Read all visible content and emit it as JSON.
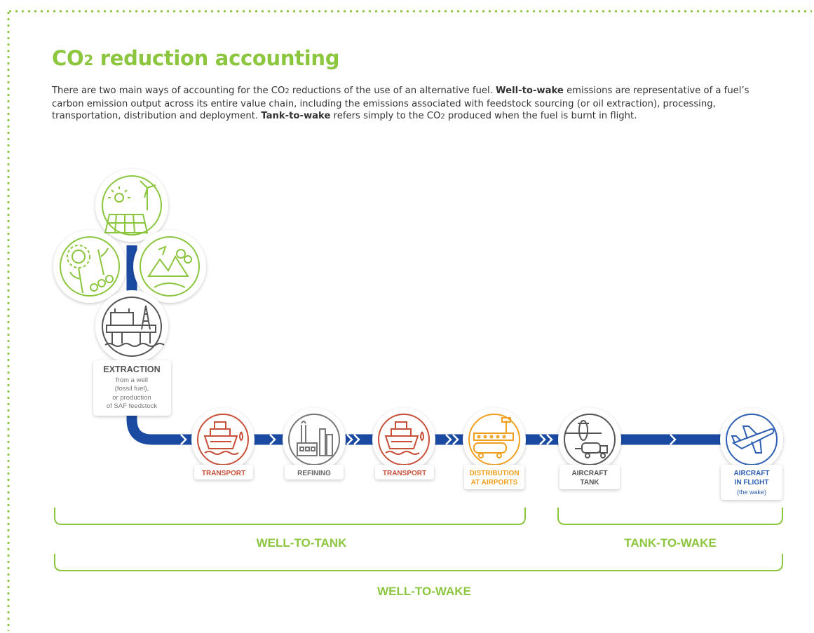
{
  "title": {
    "main": "CO",
    "sub": "2",
    "rest": " reduction accounting"
  },
  "intro": {
    "p1": "There are two main ways of accounting for the CO",
    "p1_sub": "2",
    "p2": " reductions of the use of an alternative fuel. ",
    "b1": "Well-to-wake",
    "p3": " emissions are representative of a fuel’s carbon emission output across its entire value chain, including the emissions associated with feedstock sourcing (or oil extraction), processing, transportation, distribution and deployment. ",
    "b2": "Tank-to-wake",
    "p4": " refers simply to the CO",
    "p4_sub": "2",
    "p5": " produced when the fuel is burnt in flight."
  },
  "stages": {
    "extraction": {
      "title": "EXTRACTION",
      "l1": "from a well",
      "l2": "(fossil fuel),",
      "l3": "or production",
      "l4": "of SAF feedstock"
    },
    "transport1": "TRANSPORT",
    "refining": "REFINING",
    "transport2": "TRANSPORT",
    "distribution": {
      "l1": "DISTRIBUTION",
      "l2": "AT AIRPORTS"
    },
    "aircraft_tank": {
      "l1": "AIRCRAFT",
      "l2": "TANK"
    },
    "aircraft_flight": {
      "l1": "AIRCRAFT",
      "l2": "IN FLIGHT",
      "l3": "(the wake)"
    }
  },
  "brackets": {
    "well_to_tank": "WELL-TO-TANK",
    "tank_to_wake": "TANK-TO-WAKE",
    "well_to_wake": "WELL-TO-WAKE"
  },
  "colors": {
    "green": "#8cc63f",
    "blue": "#1b4aa3",
    "red": "#c8503a",
    "orange": "#f0a020",
    "grey": "#666666",
    "plane_blue": "#2f5fb3"
  }
}
